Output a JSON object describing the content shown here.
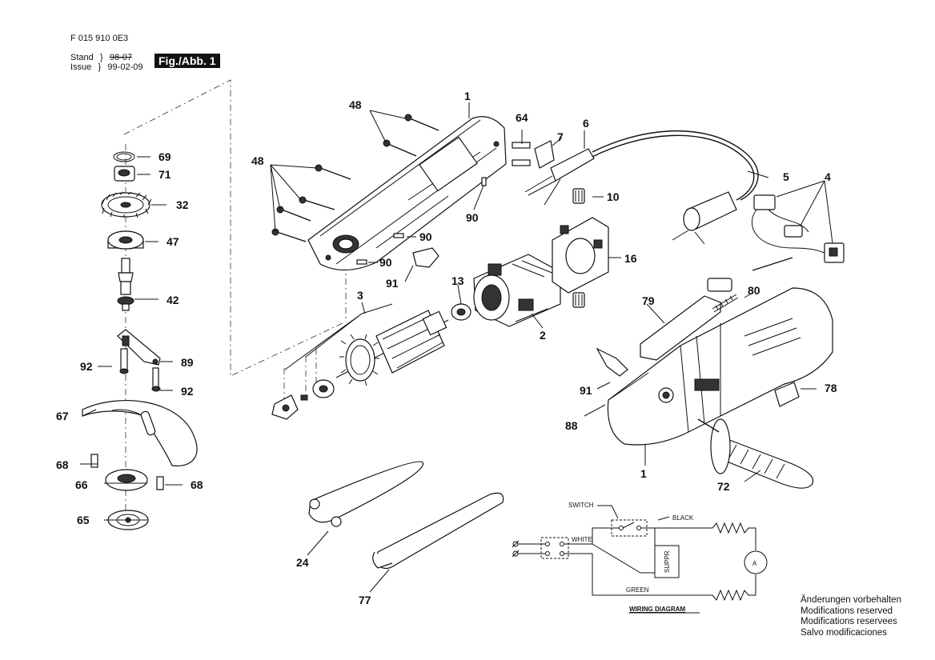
{
  "header": {
    "doc_number": "F 015 910 0E3",
    "stand_label": "Stand",
    "stand_value": "98-07",
    "issue_label": "Issue",
    "issue_value": "99-02-09",
    "figure_label": "Fig./Abb. 1"
  },
  "part_numbers": {
    "p1_top": "1",
    "p1_bottom": "1",
    "p2": "2",
    "p3": "3",
    "p4": "4",
    "p5": "5",
    "p6": "6",
    "p7": "7",
    "p10": "10",
    "p13": "13",
    "p16": "16",
    "p24": "24",
    "p32": "32",
    "p42": "42",
    "p47": "47",
    "p48_top": "48",
    "p48_left": "48",
    "p64": "64",
    "p65": "65",
    "p66": "66",
    "p67": "67",
    "p68_left": "68",
    "p68_right": "68",
    "p69": "69",
    "p71": "71",
    "p72": "72",
    "p77": "77",
    "p78": "78",
    "p79": "79",
    "p80": "80",
    "p88": "88",
    "p89": "89",
    "p90_a": "90",
    "p90_b": "90",
    "p90_c": "90",
    "p91_left": "91",
    "p91_right": "91",
    "p92_left": "92",
    "p92_right": "92"
  },
  "wiring": {
    "title": "WIRING DIAGRAM",
    "switch": "SWITCH",
    "black": "BLACK",
    "white": "WHITE",
    "green": "GREEN",
    "suppr": "SUPPR",
    "motor": "A"
  },
  "notes": [
    "Änderungen vorbehalten",
    "Modifications reserved",
    "Modifications reservees",
    "Salvo modificaciones"
  ]
}
